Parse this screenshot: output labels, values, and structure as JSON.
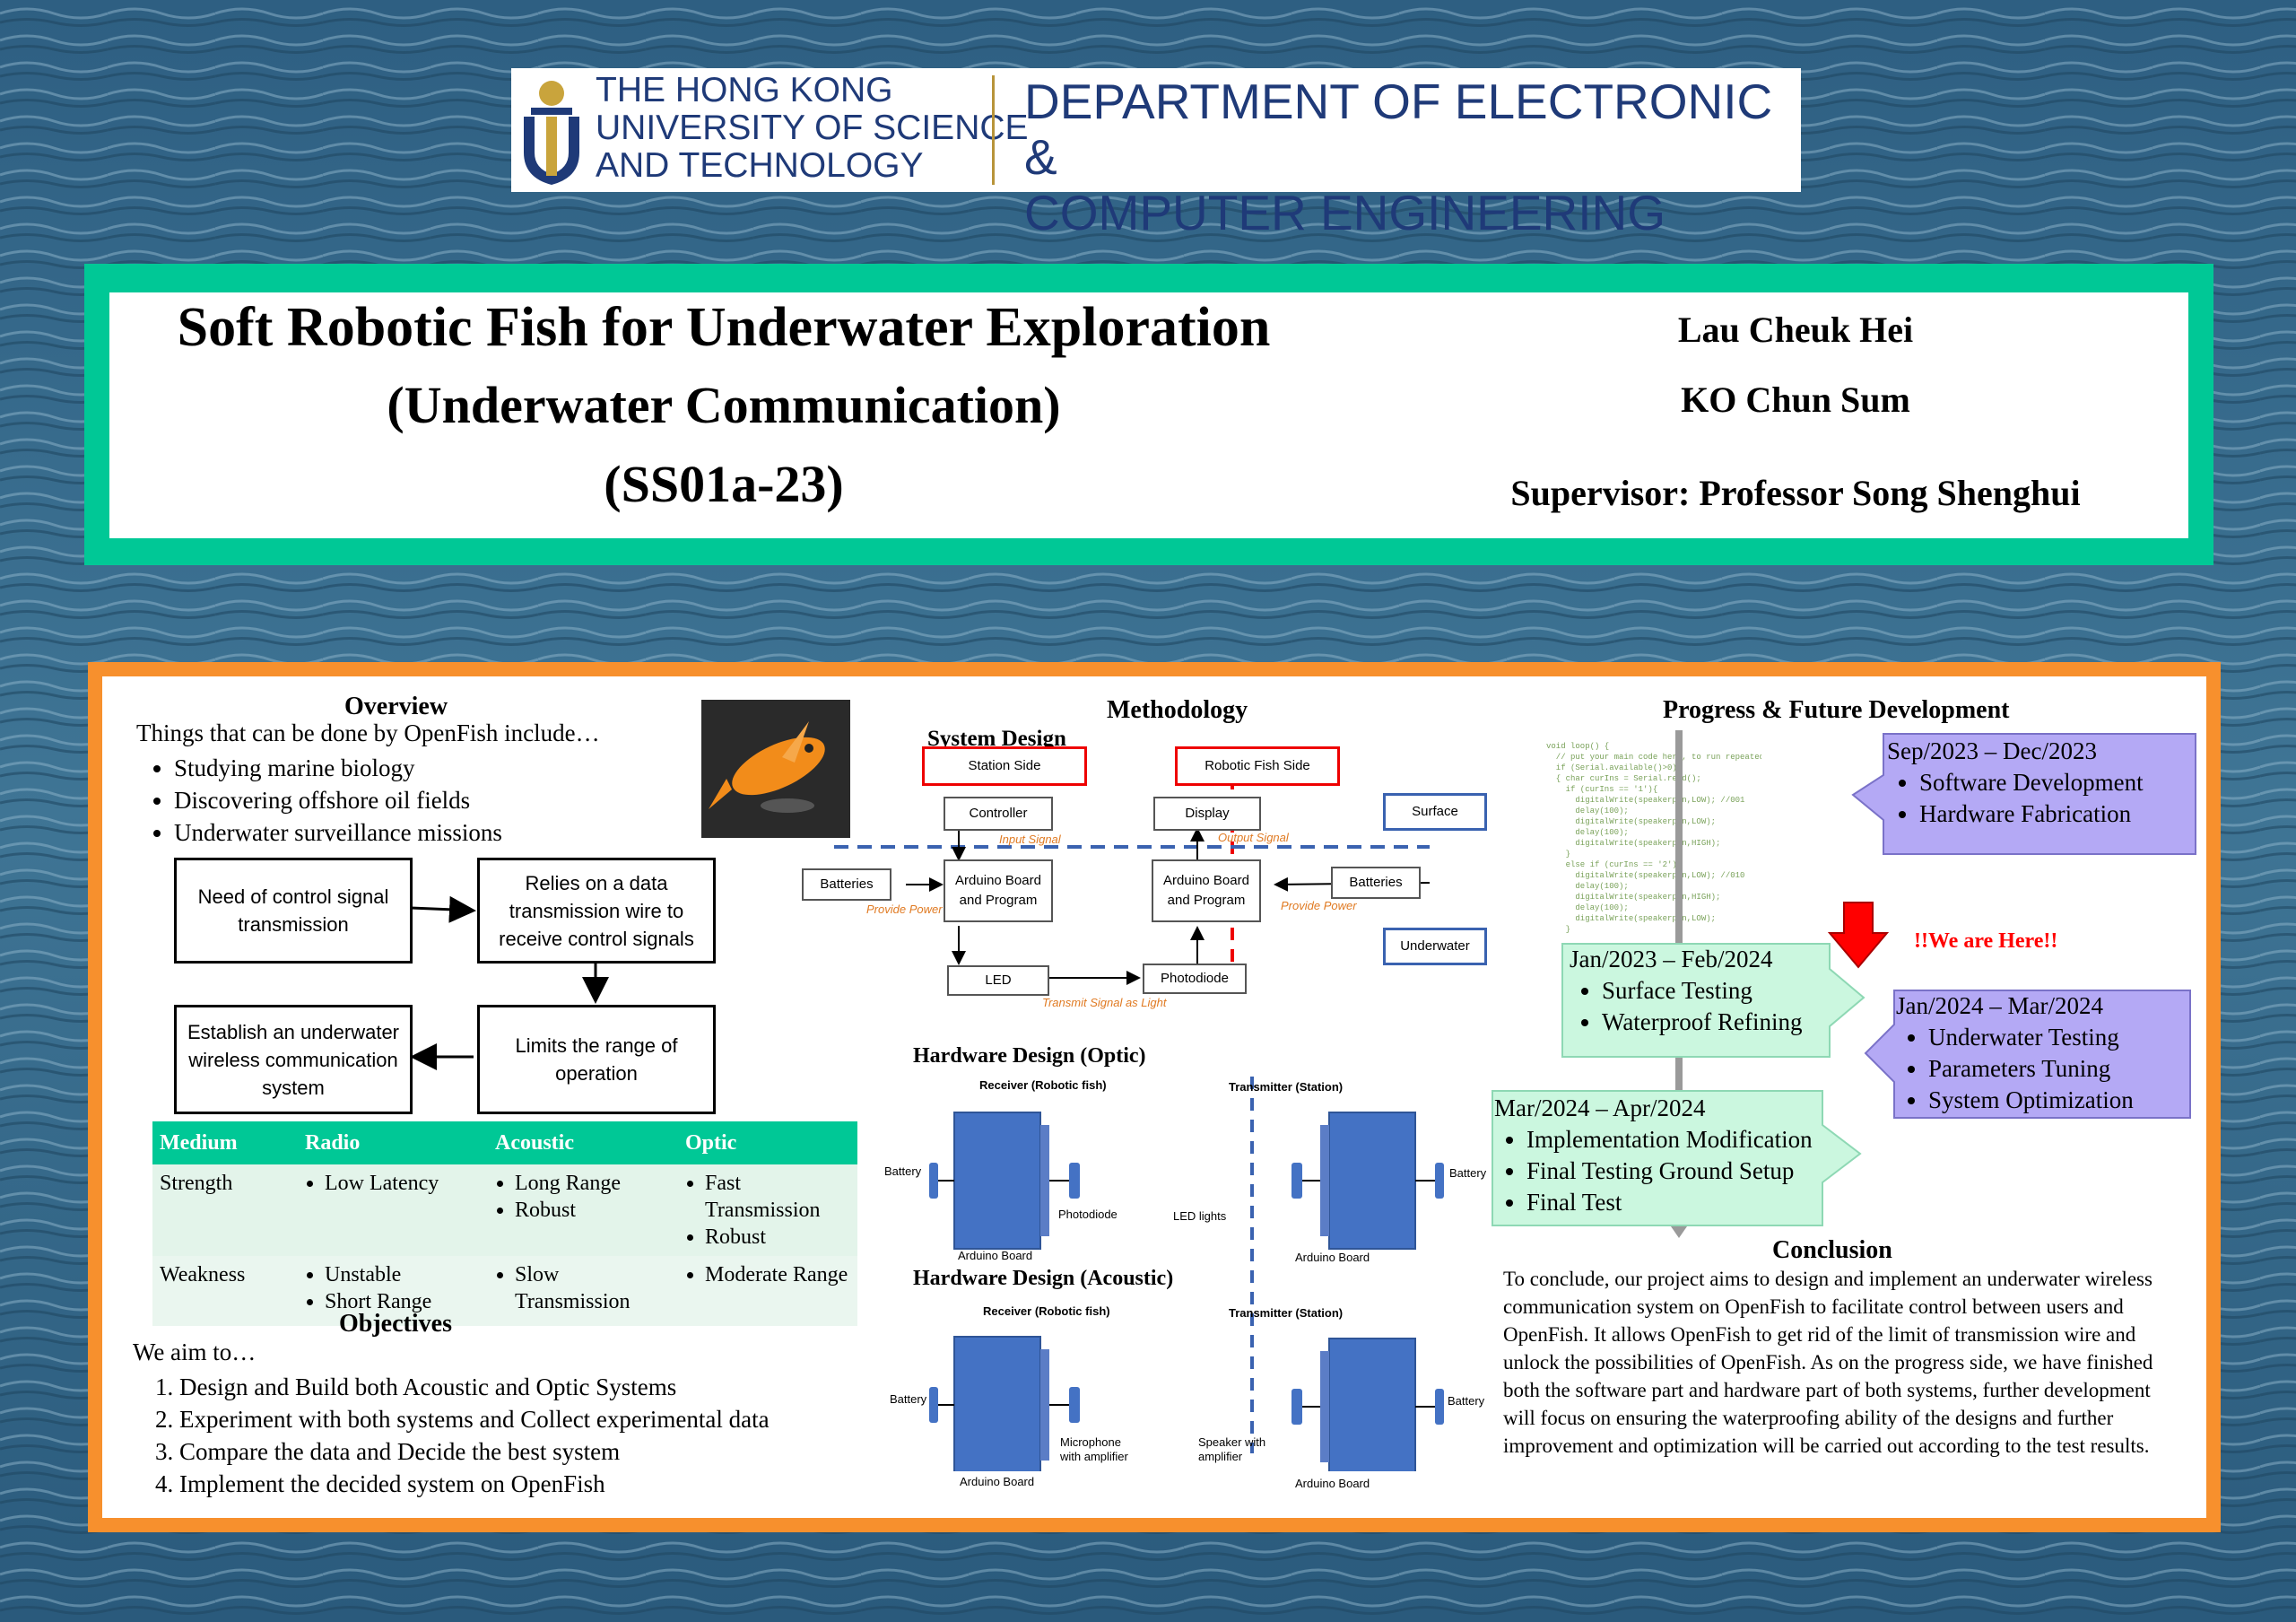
{
  "colors": {
    "green": "#00c896",
    "orange": "#f7902d",
    "navy": "#1f3a78",
    "red": "#ff0000",
    "lavender": "#b4a9f5",
    "mint": "#cbf7df"
  },
  "logo": {
    "university": [
      "THE HONG KONG",
      "UNIVERSITY OF SCIENCE",
      "AND TECHNOLOGY"
    ],
    "department": [
      "DEPARTMENT OF ELECTRONIC &",
      "COMPUTER ENGINEERING"
    ]
  },
  "title": {
    "line1": "Soft Robotic Fish for Underwater Exploration",
    "line2": "(Underwater Communication)",
    "line3": "(SS01a-23)",
    "author1": "Lau Cheuk Hei",
    "author2": "KO Chun Sum",
    "supervisor": "Supervisor: Professor Song Shenghui"
  },
  "overview": {
    "heading": "Overview",
    "intro": "Things that can be done by OpenFish include…",
    "items": [
      "Studying marine biology",
      "Discovering offshore oil fields",
      "Underwater surveillance missions"
    ],
    "flow": [
      "Need of control signal transmission",
      "Relies on a data transmission wire to receive control signals",
      "Limits the range of operation",
      "Establish an underwater wireless communication system"
    ]
  },
  "table": {
    "headers": [
      "Medium",
      "Radio",
      "Acoustic",
      "Optic"
    ],
    "rows": [
      {
        "label": "Strength",
        "radio": [
          "Low Latency"
        ],
        "acoustic": [
          "Long Range",
          "Robust"
        ],
        "optic": [
          "Fast Transmission",
          "Robust"
        ]
      },
      {
        "label": "Weakness",
        "radio": [
          "Unstable",
          "Short Range"
        ],
        "acoustic": [
          "Slow Transmission"
        ],
        "optic": [
          "Moderate Range"
        ]
      }
    ]
  },
  "objectives": {
    "heading": "Objectives",
    "intro": "We aim to…",
    "items": [
      "Design and Build both Acoustic and Optic Systems",
      "Experiment with both systems and Collect experimental data",
      "Compare the data and Decide the best system",
      "Implement the decided system on OpenFish"
    ]
  },
  "methodology": {
    "heading": "Methodology",
    "system_design": "System Design",
    "station": "Station Side",
    "fish": "Robotic Fish Side",
    "controller": "Controller",
    "display": "Display",
    "surface": "Surface",
    "underwater": "Underwater",
    "batteries": "Batteries",
    "arduino1": "Arduino Board and Program",
    "arduino2": "Arduino Board and Program",
    "led": "LED",
    "photodiode": "Photodiode",
    "input_signal": "Input Signal",
    "output_signal": "Output Signal",
    "provide_power": "Provide Power",
    "transmit": "Transmit Signal as Light",
    "hw_optic": "Hardware Design (Optic)",
    "hw_acoustic": "Hardware Design (Acoustic)",
    "receiver": "Receiver (Robotic fish)",
    "transmitter": "Transmitter (Station)",
    "battery": "Battery",
    "arduino_board": "Arduino Board",
    "photodiode_lbl": "Photodiode",
    "led_lights": "LED lights",
    "microphone": "Microphone with amplifier",
    "speaker": "Speaker with amplifier"
  },
  "progress": {
    "heading": "Progress & Future Development",
    "p1": {
      "date": "Sep/2023 – Dec/2023",
      "items": [
        "Software Development",
        "Hardware Fabrication"
      ]
    },
    "p2": {
      "date": "Jan/2023 – Feb/2024",
      "items": [
        "Surface Testing",
        "Waterproof Refining"
      ]
    },
    "p3": {
      "date": "Jan/2024 – Mar/2024",
      "items": [
        "Underwater Testing",
        "Parameters Tuning",
        "System Optimization"
      ]
    },
    "p4": {
      "date": "Mar/2024 – Apr/2024",
      "items": [
        "Implementation Modification",
        "Final Testing Ground Setup",
        "Final Test"
      ]
    },
    "here": "!!We are Here!!",
    "code": [
      "void loop() {",
      "  // put your main code here, to run repeatedly:",
      "  if (Serial.available()>0)",
      "  { char curIns = Serial.read();",
      "",
      "    if (curIns == '1'){",
      "      digitalWrite(speakerpin,LOW); //001",
      "      delay(100);",
      "      digitalWrite(speakerpin,LOW);",
      "      delay(100);",
      "      digitalWrite(speakerpin,HIGH);",
      "    }",
      "    else if (curIns == '2'){",
      "      digitalWrite(speakerpin,LOW); //010",
      "      delay(100);",
      "      digitalWrite(speakerpin,HIGH);",
      "      delay(100);",
      "      digitalWrite(speakerpin,LOW);",
      "    }"
    ]
  },
  "conclusion": {
    "heading": "Conclusion",
    "text": "To conclude, our project aims to design and implement an underwater wireless communication system on OpenFish to facilitate control between users and OpenFish. It allows OpenFish to get rid of the limit of transmission wire and unlock the possibilities of OpenFish. As on the progress side, we have finished both the software part and hardware part of both systems, further development will focus on ensuring the waterproofing ability of the designs and further improvement and optimization will be carried out according to the test results."
  }
}
